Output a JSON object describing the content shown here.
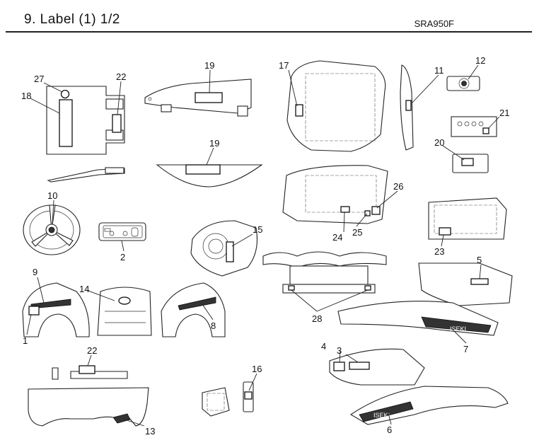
{
  "header": {
    "title": "9. Label (1) 1/2",
    "model": "SRA950F"
  },
  "callouts": {
    "c1": "1",
    "c2": "2",
    "c3": "3",
    "c4": "4",
    "c5": "5",
    "c6": "6",
    "c7": "7",
    "c8": "8",
    "c9": "9",
    "c10": "10",
    "c11": "11",
    "c12": "12",
    "c13": "13",
    "c14": "14",
    "c15": "15",
    "c16": "16",
    "c17": "17",
    "c18": "18",
    "c19a": "19",
    "c19b": "19",
    "c20": "20",
    "c21": "21",
    "c22a": "22",
    "c22b": "22",
    "c23": "23",
    "c24": "24",
    "c25": "25",
    "c26": "26",
    "c27": "27",
    "c28": "28"
  },
  "logo_text": "ISEKI"
}
